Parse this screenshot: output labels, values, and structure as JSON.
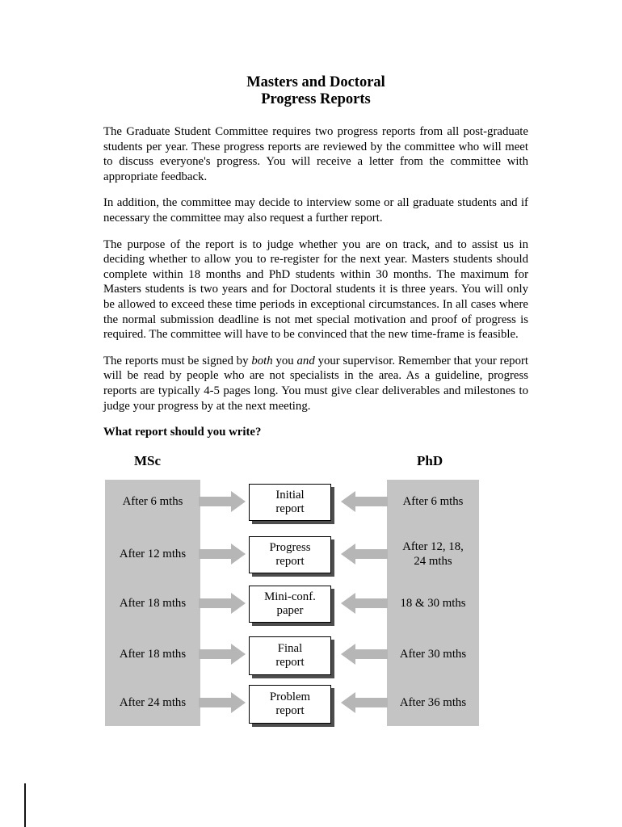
{
  "doc": {
    "title_line1": "Masters and Doctoral",
    "title_line2": "Progress Reports",
    "para1": "The Graduate Student Committee requires two progress reports from all post-graduate students per year. These progress reports are reviewed by the committee who will meet to discuss everyone's progress. You will receive a letter from the committee with appropriate feedback.",
    "para2": "In addition, the committee may decide to interview some or all graduate students and if necessary the committee may also request a further report.",
    "para3": "The purpose of the report is to judge whether you are on track, and to assist us in deciding whether to allow you to re-register for the next year. Masters students should complete within 18 months and PhD students within 30 months. The maximum for Masters students is two years and for Doctoral students it is three years. You will only be allowed to exceed these time periods in exceptional circumstances. In all cases where the normal submission deadline is not met special motivation and proof of progress is required. The committee will have to be convinced that the new time-frame is feasible.",
    "para4": {
      "part1": "The reports must be signed by ",
      "italic1": "both",
      "part2": " you ",
      "italic2": "and",
      "part3": " your supervisor. Remember that your report will be read by people who are not specialists in the area. As a guideline, progress reports are typically 4-5 pages long. You must give clear deliverables and milestones to judge your progress by at the next meeting."
    },
    "question_heading": "What report should you write?"
  },
  "diagram": {
    "msc_header": "MSc",
    "phd_header": "PhD",
    "rows": [
      {
        "msc": "After 6 mths",
        "report": "Initial\nreport",
        "phd": "After 6 mths"
      },
      {
        "msc": "After 12 mths",
        "report": "Progress\nreport",
        "phd": "After 12, 18,\n24 mths"
      },
      {
        "msc": "After 18 mths",
        "report": "Mini-conf.\npaper",
        "phd": "18 & 30 mths"
      },
      {
        "msc": "After 18 mths",
        "report": "Final\nreport",
        "phd": "After 30 mths"
      },
      {
        "msc": "After 24 mths",
        "report": "Problem\nreport",
        "phd": "After 36 mths"
      }
    ]
  },
  "colors": {
    "panel_gray": "#c4c4c4",
    "arrow_gray": "#b6b6b6",
    "shadow_gray": "#4d4d4d"
  }
}
